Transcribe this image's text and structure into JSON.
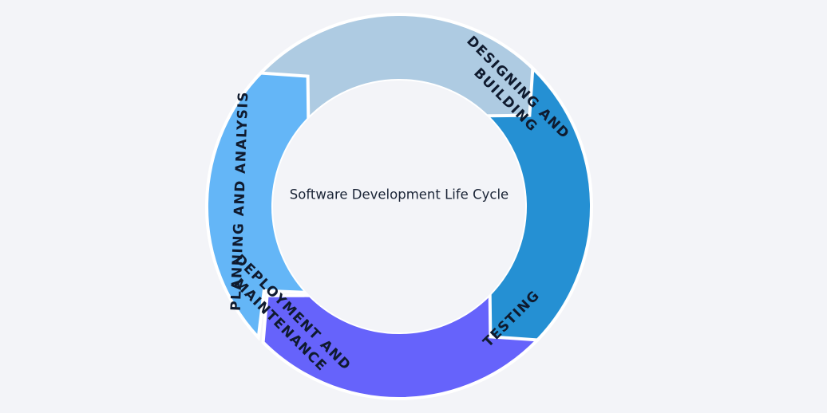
{
  "diagram": {
    "center_title": "Software Development Life Cycle",
    "segments": [
      {
        "key": "planning",
        "lines": [
          "PLANNING AND ANALYSIS"
        ],
        "color": "#64b6f7"
      },
      {
        "key": "designing",
        "lines": [
          "DESIGNING AND",
          "BUILDING"
        ],
        "color": "#aecbe2"
      },
      {
        "key": "testing",
        "lines": [
          "TESTING"
        ],
        "color": "#2590d3"
      },
      {
        "key": "deployment",
        "lines": [
          "DEPLOYMENT AND",
          "MAINTENANCE"
        ],
        "color": "#6663fb"
      }
    ],
    "background": "#f3f4f8",
    "inner_fill": "#f3f4f8",
    "separator": "#ffffff",
    "text_color": "#0f1a2e"
  }
}
